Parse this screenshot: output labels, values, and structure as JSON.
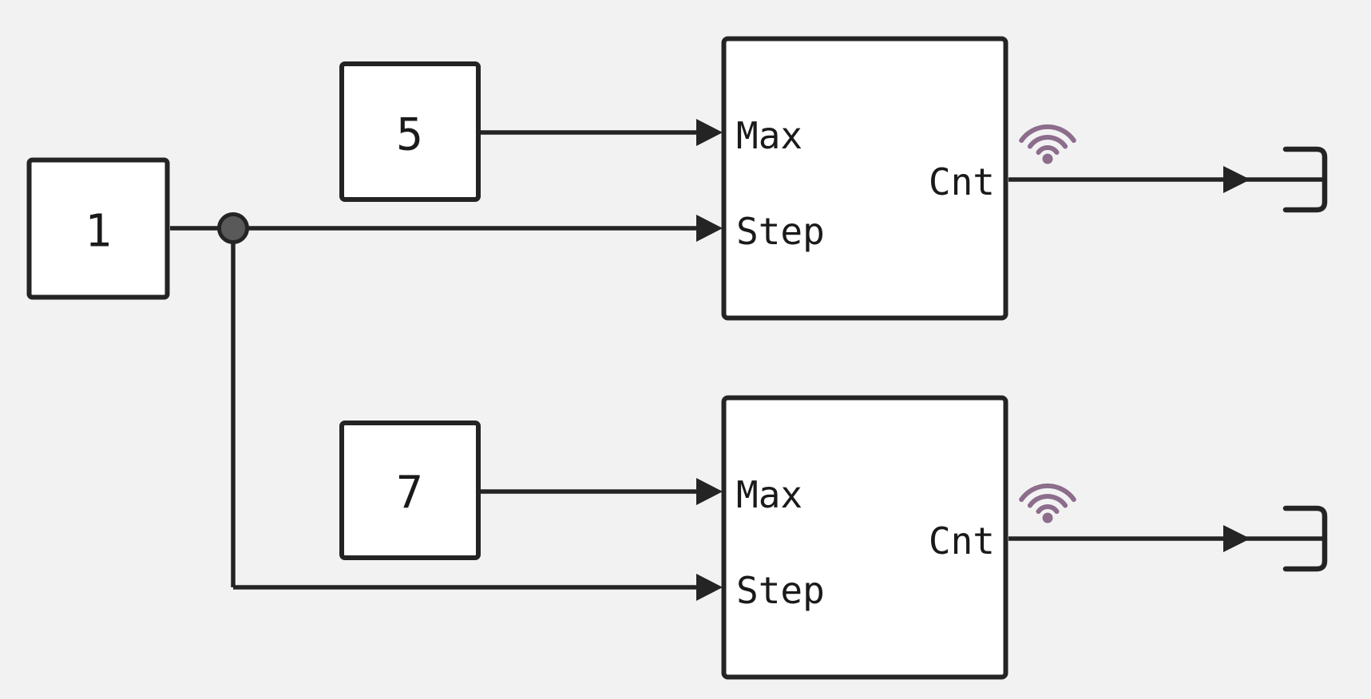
{
  "theme": {
    "bg": "#f2f2f2",
    "stroke": "#242424",
    "fill": "#ffffff",
    "junction": "#595959",
    "wifi": "#8c6d8c",
    "text": "#1a1a1a"
  },
  "icons": {
    "wireless_badge": "wifi-icon",
    "branch_point": "junction-dot",
    "signal_end": "bracket-terminator",
    "signal_direction": "arrowhead"
  },
  "blocks": {
    "const_left": {
      "value": "1"
    },
    "const_top": {
      "value": "5"
    },
    "const_bottom": {
      "value": "7"
    },
    "counter_top": {
      "port_max": "Max",
      "port_step": "Step",
      "port_cnt": "Cnt"
    },
    "counter_bottom": {
      "port_max": "Max",
      "port_step": "Step",
      "port_cnt": "Cnt"
    }
  }
}
